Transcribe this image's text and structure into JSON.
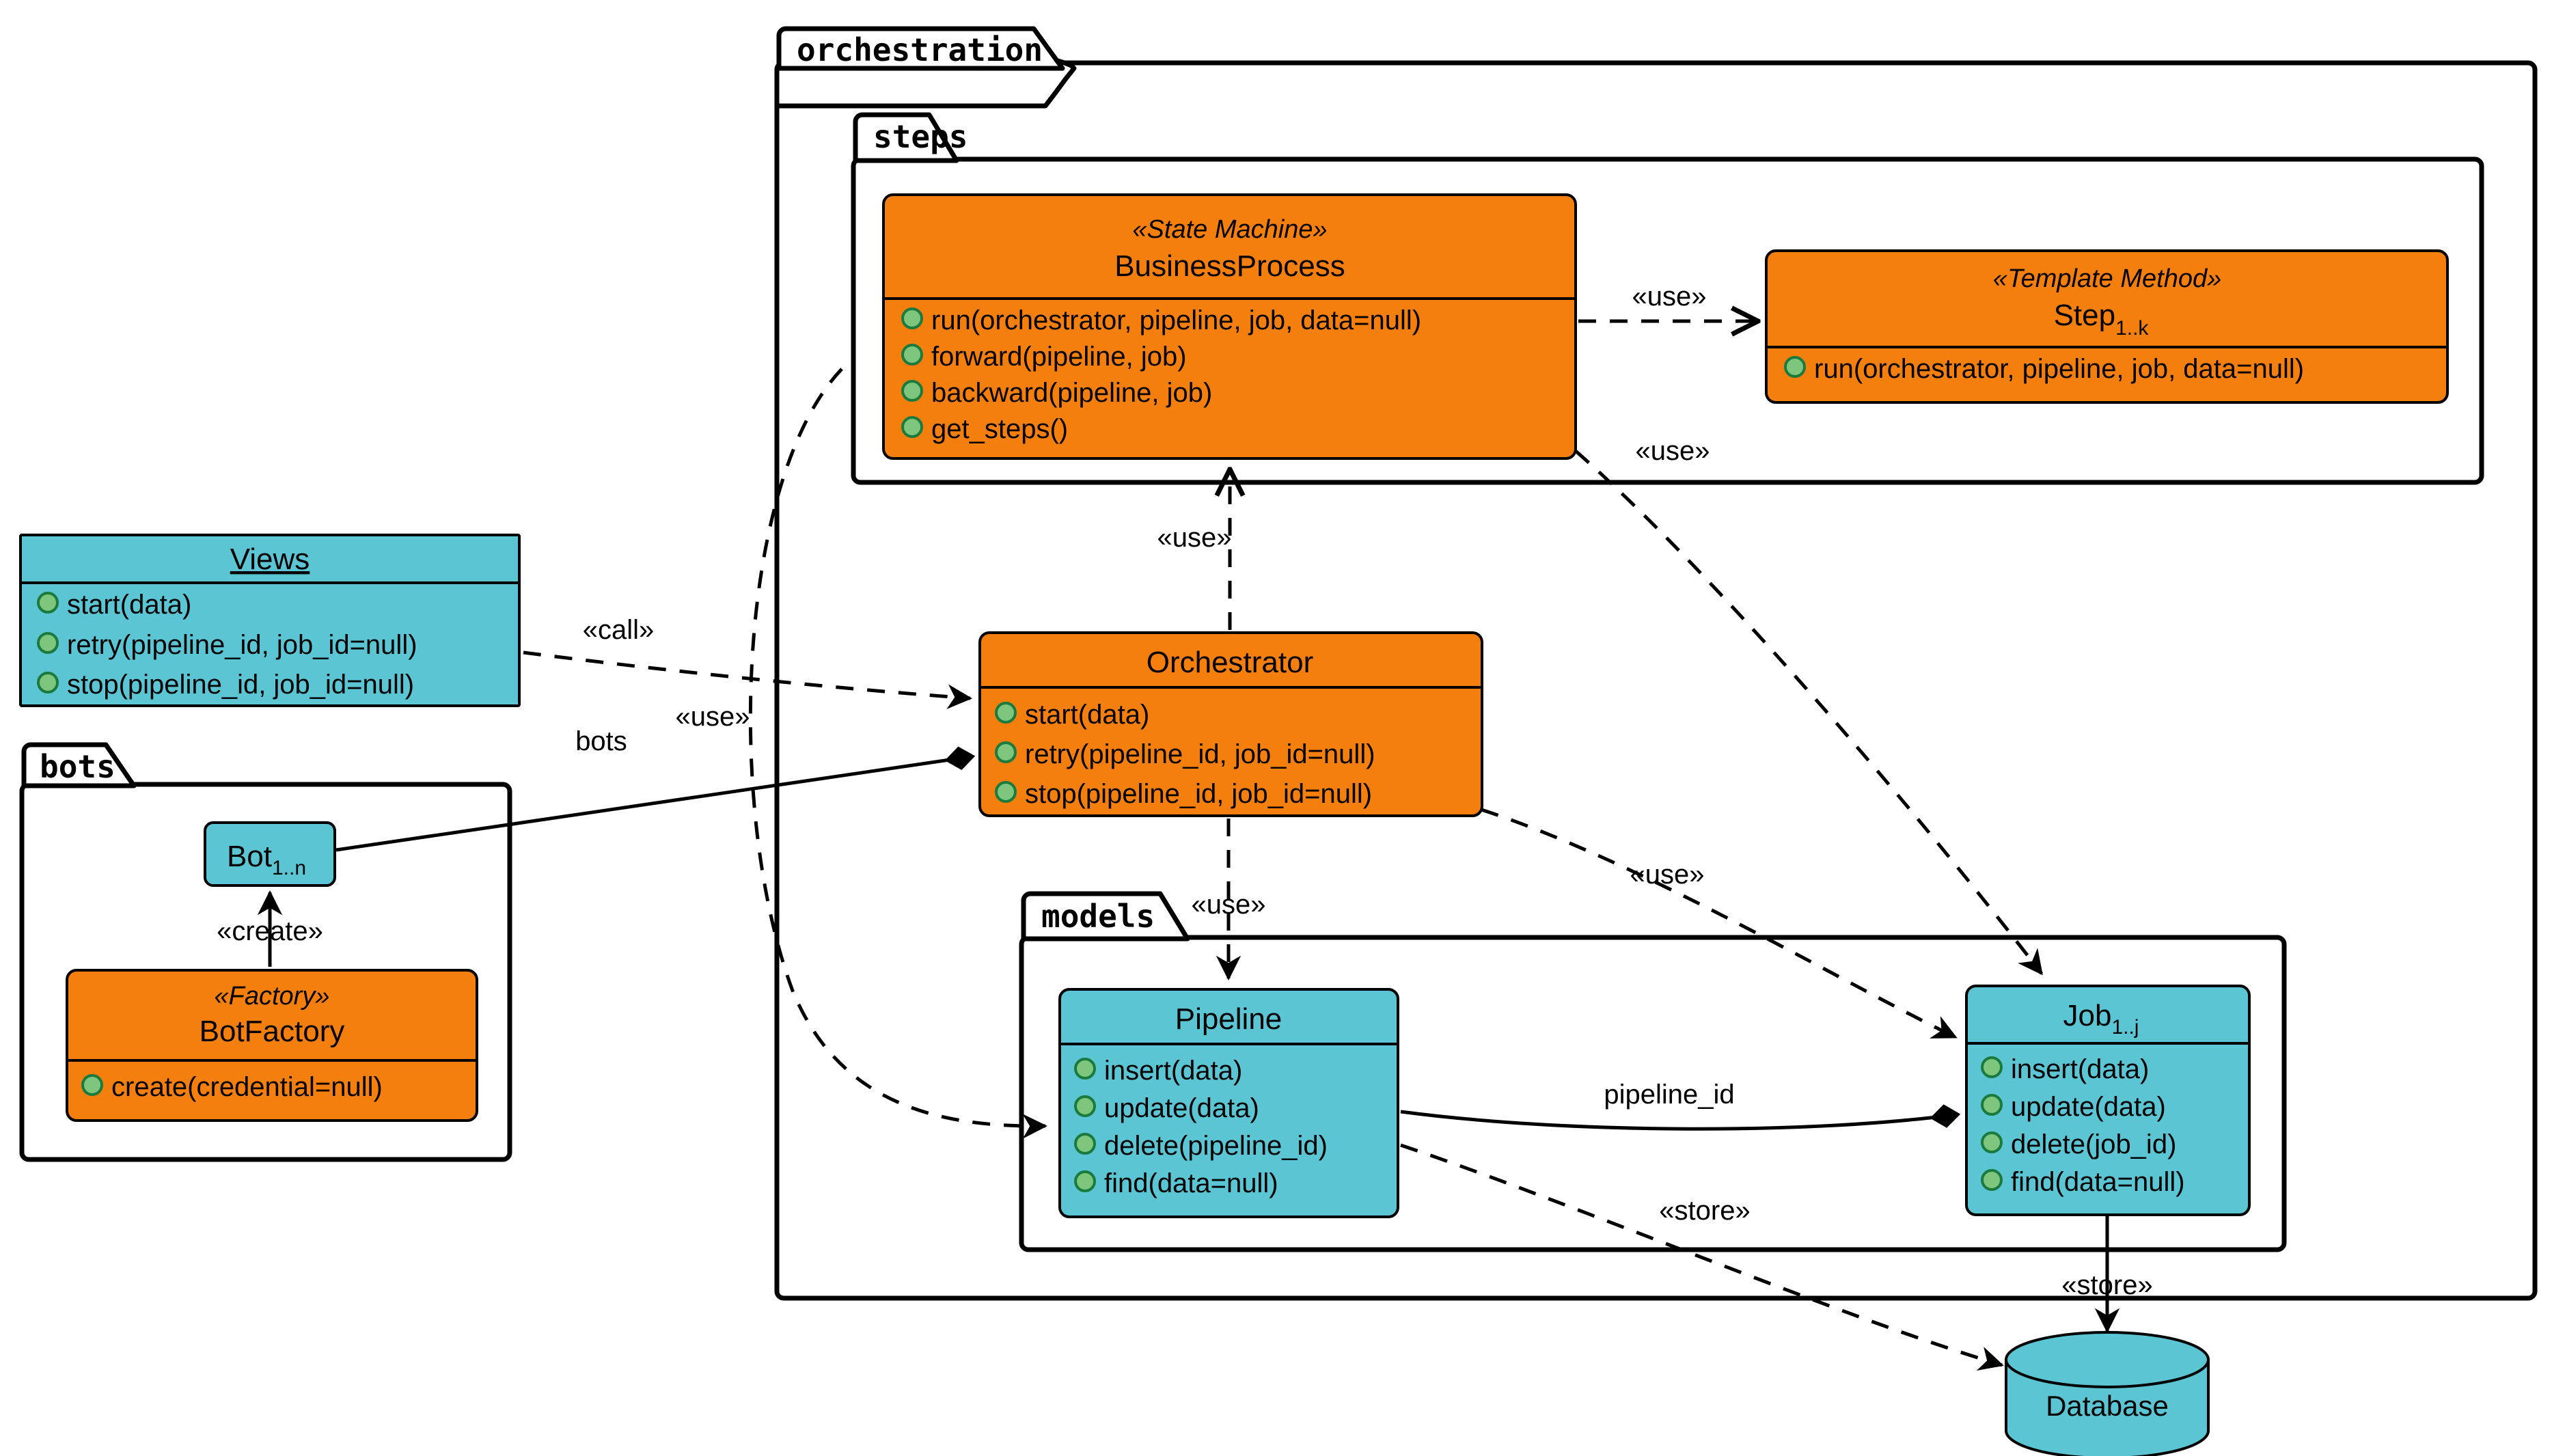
{
  "diagram": {
    "title": "orchestration architecture class diagram",
    "colors": {
      "orange": "#F57F0C",
      "cyan": "#5BC5D4",
      "method_marker": "#7EC67E",
      "method_marker_border": "#1B7A3D",
      "stroke": "#000000",
      "background": "#FFFFFF"
    }
  },
  "packages": {
    "orchestration": {
      "label": "orchestration"
    },
    "steps": {
      "label": "steps"
    },
    "models": {
      "label": "models"
    },
    "bots": {
      "label": "bots"
    }
  },
  "classes": {
    "business_process": {
      "stereotype": "«State Machine»",
      "name": "BusinessProcess",
      "members": [
        "run(orchestrator, pipeline, job, data=null)",
        "forward(pipeline, job)",
        "backward(pipeline, job)",
        "get_steps()"
      ]
    },
    "step": {
      "stereotype": "«Template Method»",
      "name": "Step",
      "name_sub": "1..k",
      "members": [
        "run(orchestrator, pipeline, job, data=null)"
      ]
    },
    "views": {
      "name": "Views",
      "underlined": true,
      "members": [
        "start(data)",
        "retry(pipeline_id, job_id=null)",
        "stop(pipeline_id, job_id=null)"
      ]
    },
    "orchestrator": {
      "name": "Orchestrator",
      "members": [
        "start(data)",
        "retry(pipeline_id, job_id=null)",
        "stop(pipeline_id, job_id=null)"
      ]
    },
    "bot": {
      "name": "Bot",
      "name_sub": "1..n"
    },
    "bot_factory": {
      "stereotype": "«Factory»",
      "name": "BotFactory",
      "members": [
        "create(credential=null)"
      ]
    },
    "pipeline": {
      "name": "Pipeline",
      "members": [
        "insert(data)",
        "update(data)",
        "delete(pipeline_id)",
        "find(data=null)"
      ]
    },
    "job": {
      "name": "Job",
      "name_sub": "1..j",
      "members": [
        "insert(data)",
        "update(data)",
        "delete(job_id)",
        "find(data=null)"
      ]
    },
    "database": {
      "name": "Database"
    }
  },
  "edges": {
    "bp_to_step": {
      "label": "«use»"
    },
    "bp_to_job": {
      "label": "«use»"
    },
    "orchestrator_to_bp": {
      "label": "«use»"
    },
    "views_to_orchestrator": {
      "label": "«call»"
    },
    "views_to_pipeline": {
      "label": "«use»"
    },
    "bot_factory_to_bot": {
      "label": "«create»"
    },
    "bot_to_orchestrator": {
      "label": "bots"
    },
    "orchestrator_to_pipeline": {
      "label": "«use»"
    },
    "orchestrator_to_job": {
      "label": "«use»"
    },
    "pipeline_to_job": {
      "label": "pipeline_id"
    },
    "pipeline_to_db": {
      "label": "«store»"
    },
    "job_to_db": {
      "label": "«store»"
    }
  }
}
